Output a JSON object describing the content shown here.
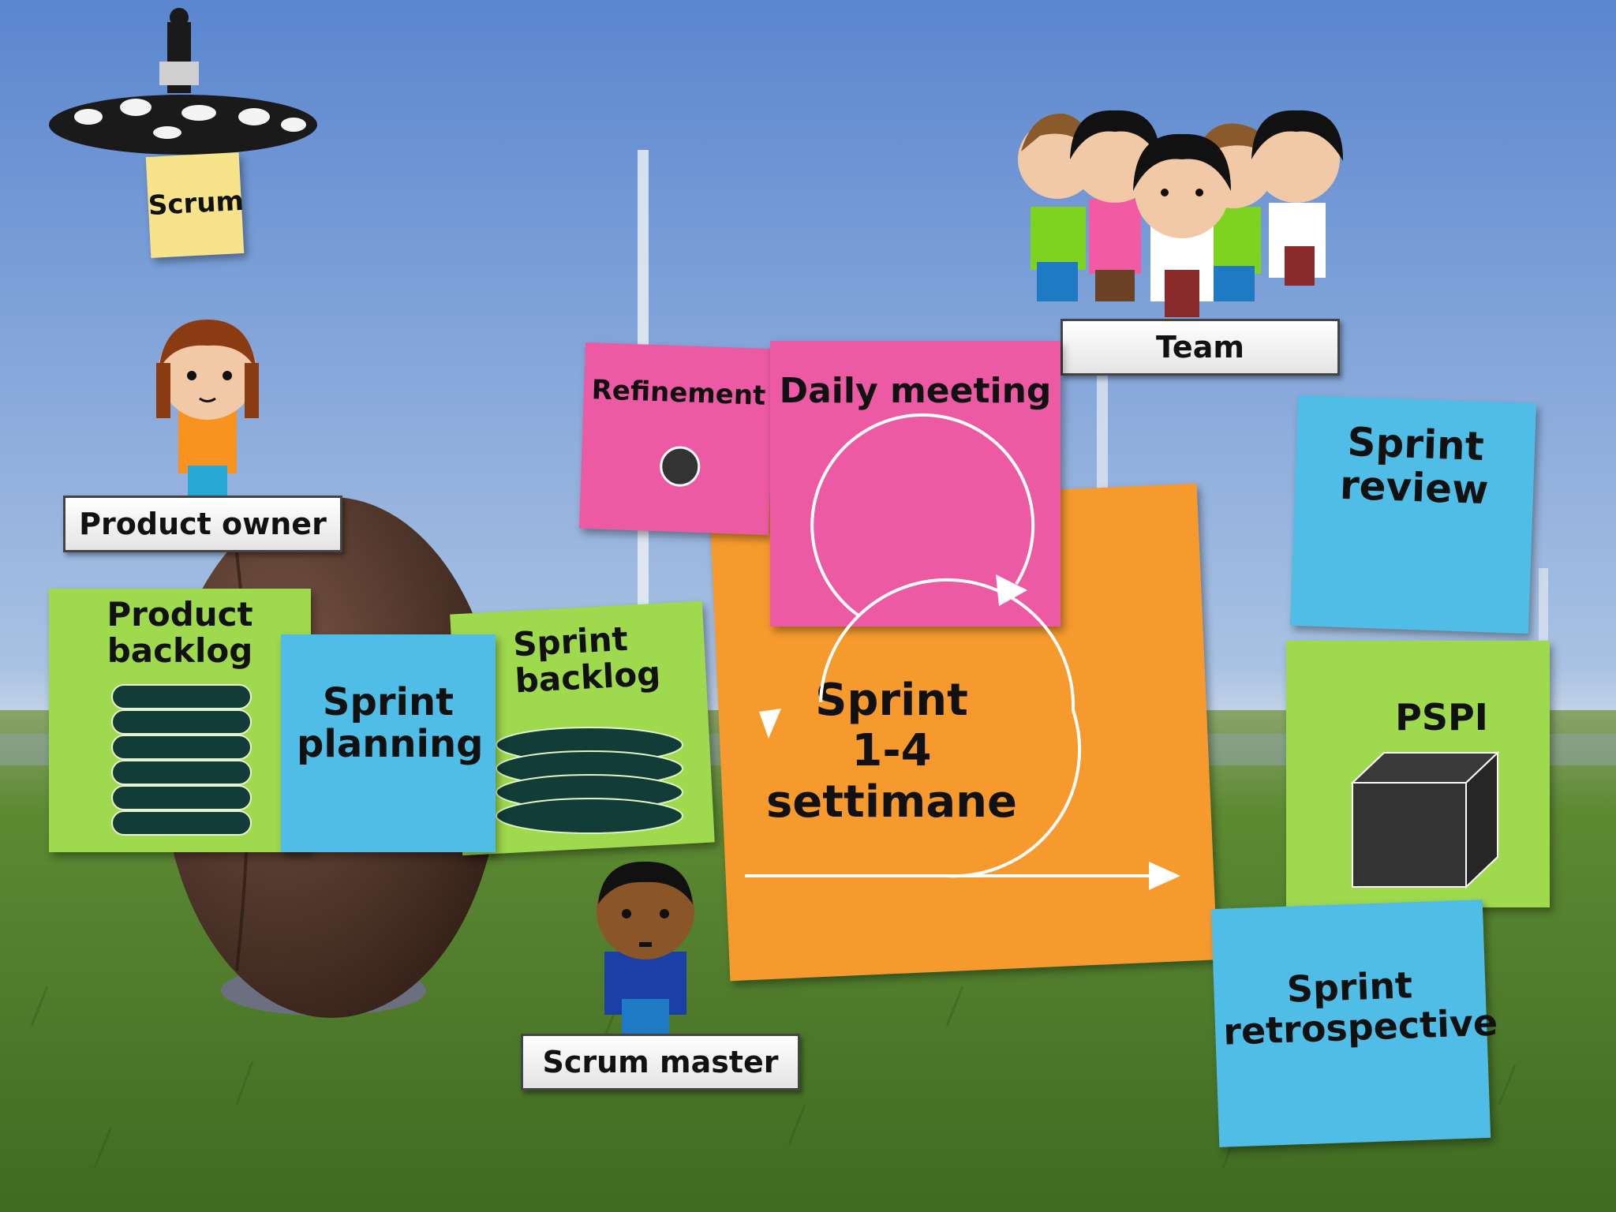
{
  "labels": {
    "scrum": "Scrum",
    "product_owner": "Product owner",
    "team": "Team",
    "scrum_master": "Scrum master"
  },
  "notes": {
    "product_backlog": "Product backlog",
    "sprint_planning": "Sprint planning",
    "sprint_backlog": "Sprint backlog",
    "refinement": "Refinement",
    "daily_meeting": "Daily meeting",
    "sprint_line1": "Sprint",
    "sprint_line2": "1-4",
    "sprint_line3": "settimane",
    "sprint_review": "Sprint review",
    "pspi": "PSPI",
    "sprint_retrospective": "Sprint retrospective"
  },
  "colors": {
    "sky_top": "#5a86cf",
    "sky_bottom": "#c9d9ec",
    "grass": "#4f7a2c",
    "green_note": "#9ed94e",
    "blue_note": "#4fbde6",
    "pink_note": "#ec5aa3",
    "orange_note": "#f79a2e",
    "yellow_note": "#f6e38a",
    "ball": "#5a3a2a",
    "backlog_stack": "#123c38"
  },
  "icons": {
    "scrum_players": "rugby-scrum-icon",
    "product_owner": "person-icon",
    "team": "group-icon",
    "scrum_master": "person-icon",
    "pspi": "cube-icon",
    "refinement": "dot-icon",
    "cycle": "circular-arrow-icon"
  }
}
